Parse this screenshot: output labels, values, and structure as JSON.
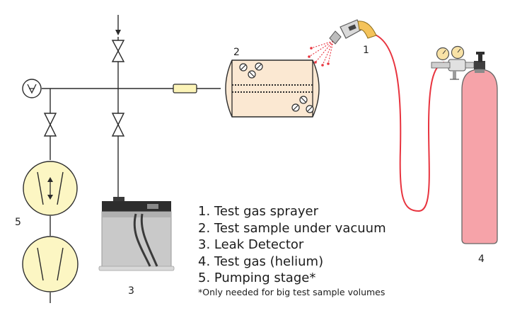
{
  "labels": {
    "sprayer": "1",
    "sample": "2",
    "detector": "3",
    "gas": "4",
    "pumping": "5"
  },
  "legend": {
    "items": [
      "1. Test gas sprayer",
      "2. Test sample under vacuum",
      "3. Leak Detector",
      "4. Test gas (helium)",
      "5. Pumping stage*"
    ],
    "note": "*Only needed for big test sample volumes"
  },
  "colors": {
    "line": "#2b2b2b",
    "pump_fill": "#fcf6c3",
    "chamber_fill": "#fbe8d2",
    "cylinder_fill": "#f6a3a9",
    "hose": "#e8343f",
    "connector_fill": "#fcf4b8",
    "gauge_fill": "#f8e2a6"
  }
}
